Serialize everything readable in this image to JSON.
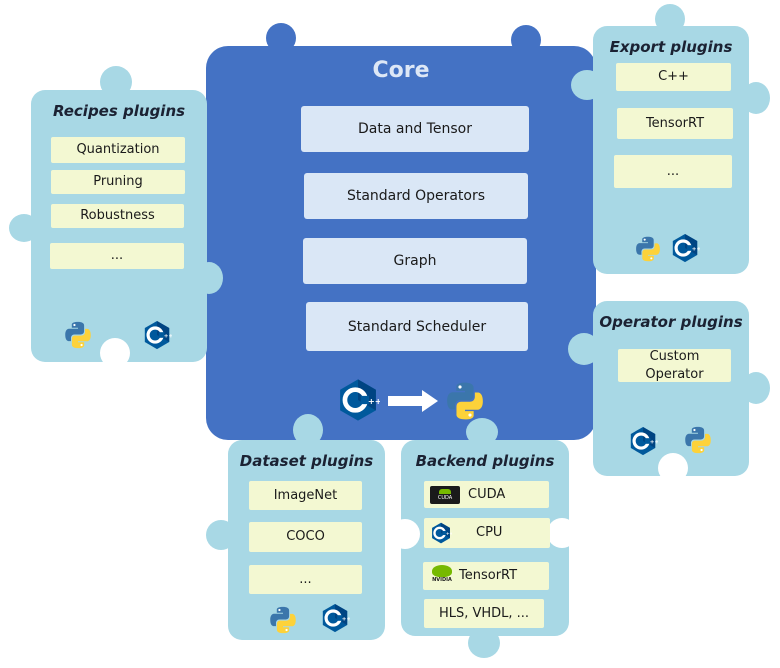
{
  "core": {
    "title": "Core",
    "items": [
      "Data and Tensor",
      "Standard Operators",
      "Graph",
      "Standard Scheduler"
    ]
  },
  "recipes": {
    "title": "Recipes plugins",
    "items": [
      "Quantization",
      "Pruning",
      "Robustness",
      "..."
    ]
  },
  "export": {
    "title": "Export plugins",
    "items": [
      "C++",
      "TensorRT",
      "..."
    ]
  },
  "operator": {
    "title": "Operator plugins",
    "item_line1": "Custom",
    "item_line2": "Operator"
  },
  "dataset": {
    "title": "Dataset plugins",
    "items": [
      "ImageNet",
      "COCO",
      "..."
    ]
  },
  "backend": {
    "title": "Backend plugins",
    "items": [
      "CUDA",
      "CPU",
      "TensorRT",
      "HLS, VHDL, ..."
    ],
    "nvidia_logo": {
      "line1": "NVIDIA",
      "line2": "CUDA"
    },
    "nvidia_logo2": {
      "line1": "NVIDIA"
    }
  },
  "colors": {
    "core": "#4472c4",
    "plugin": "#a8d8e5",
    "item": "#f3f8d2",
    "core_item": "#dae7f6"
  },
  "icons": [
    "cpp-icon",
    "python-icon",
    "arrow-right-icon",
    "nvidia-icon"
  ]
}
